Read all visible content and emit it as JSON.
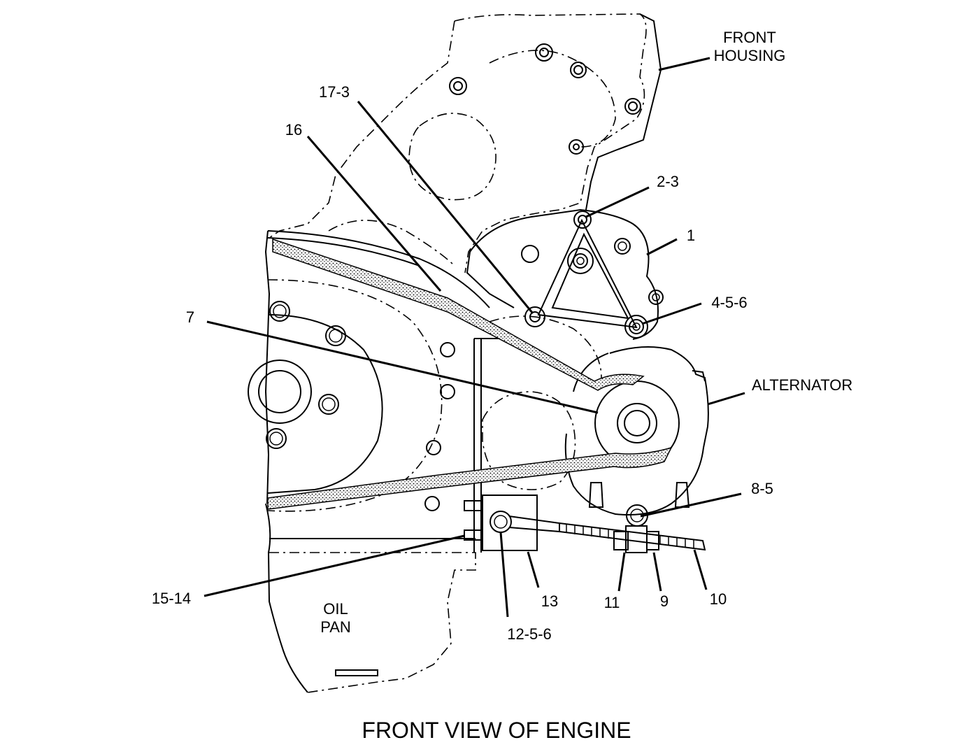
{
  "caption": "FRONT VIEW OF ENGINE",
  "labels": {
    "front_housing_line1": "FRONT",
    "front_housing_line2": "HOUSING",
    "alternator": "ALTERNATOR",
    "oil_pan_line1": "OIL",
    "oil_pan_line2": "PAN"
  },
  "callouts": {
    "c17_3": "17-3",
    "c16": "16",
    "c2_3": "2-3",
    "c1": "1",
    "c4_5_6": "4-5-6",
    "c7": "7",
    "c8_5": "8-5",
    "c15_14": "15-14",
    "c13": "13",
    "c11": "11",
    "c9": "9",
    "c10": "10",
    "c12_5_6": "12-5-6"
  }
}
